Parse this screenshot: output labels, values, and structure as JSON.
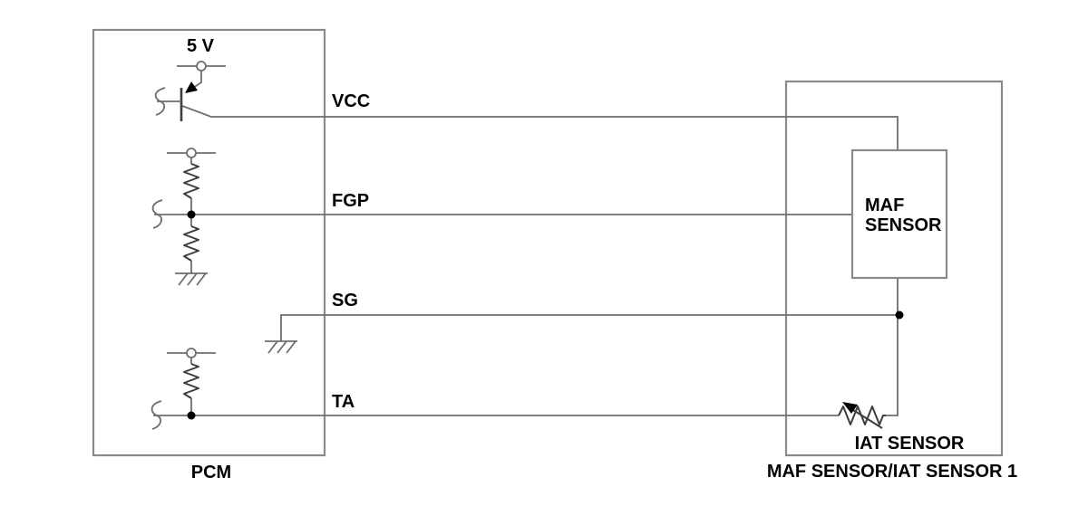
{
  "colors": {
    "background": "#ffffff",
    "wire": "#6e6e6e",
    "box-border": "#8a8a8a",
    "symbol": "#3d3d3d",
    "text": "#000000"
  },
  "pcm": {
    "title": "PCM",
    "supply_voltage": "5 V"
  },
  "pins": {
    "vcc": "VCC",
    "fgp": "FGP",
    "sg": "SG",
    "ta": "TA"
  },
  "sensor_module": {
    "title": "MAF SENSOR/IAT SENSOR 1",
    "maf_line1": "MAF",
    "maf_line2": "SENSOR",
    "iat_label": "IAT SENSOR"
  }
}
